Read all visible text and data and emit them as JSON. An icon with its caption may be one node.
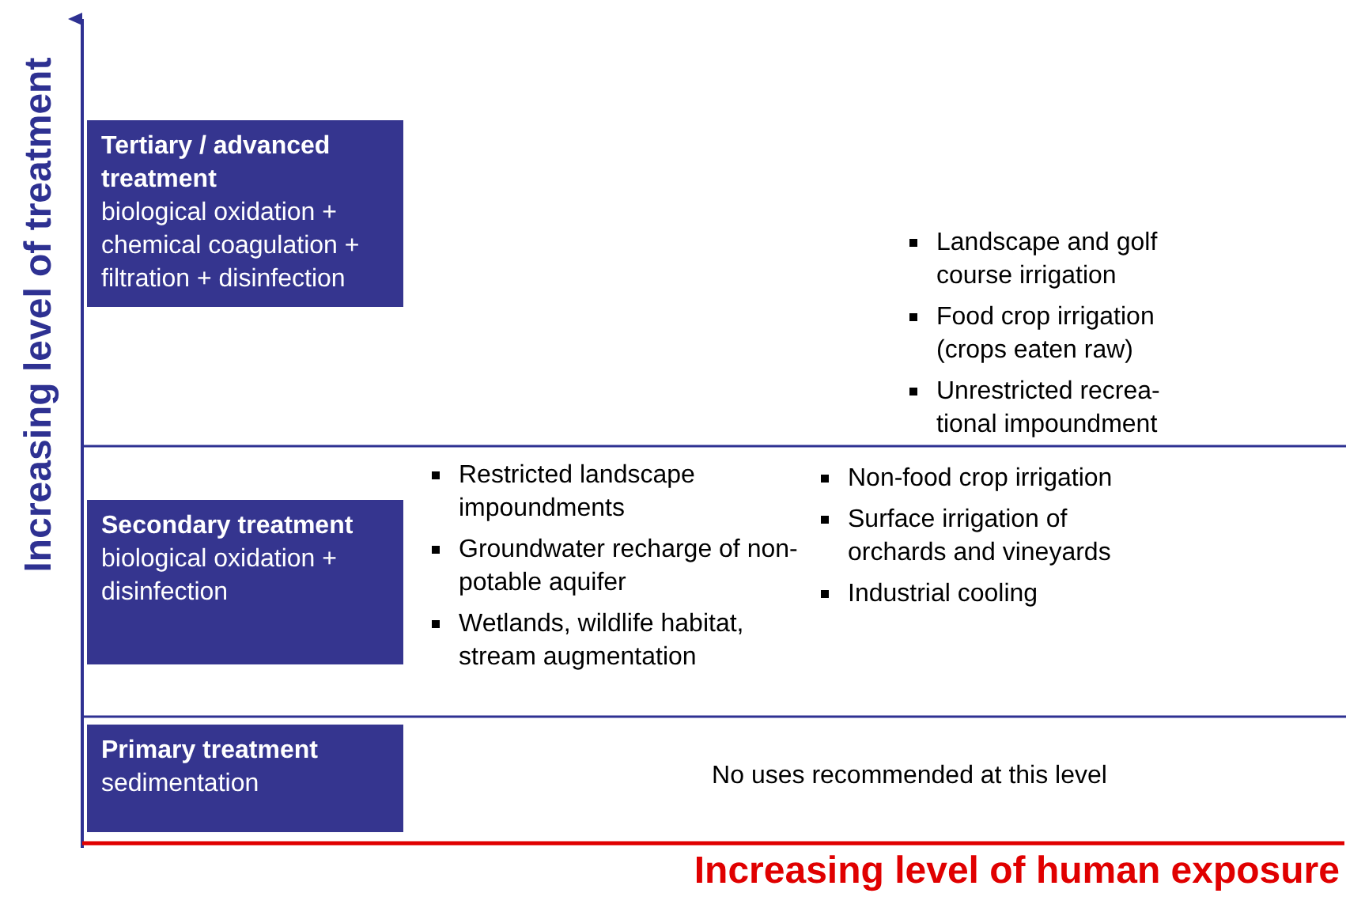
{
  "diagram": {
    "nodes": [
      {
        "text": [
          "Tertiary / advanced treatment",
          "biological oxidation + chemical coagulation + filtration + disinfection"
        ]
      },
      {
        "text": [
          "Secondary treatment",
          "biological oxidation + disinfection"
        ]
      },
      {
        "text": [
          "Primary treatment",
          "sedimentation"
        ]
      }
    ],
    "edges": [],
    "labels": [
      "Increasing level of treatment",
      "Landscape and golf course irrigation",
      "Food crop irrigation (crops eaten raw)",
      "Unrestricted recrea-tional impoundment",
      "Restricted landscape impoundments",
      "Groundwater recharge of non-potable aquifer",
      "Wetlands, wildlife habitat, stream augmentation",
      "Non-food crop irrigation",
      "Surface irrigation of orchards and vineyards",
      "Industrial cooling",
      "No uses recommended at this level",
      "Increasing level of human exposure"
    ]
  }
}
